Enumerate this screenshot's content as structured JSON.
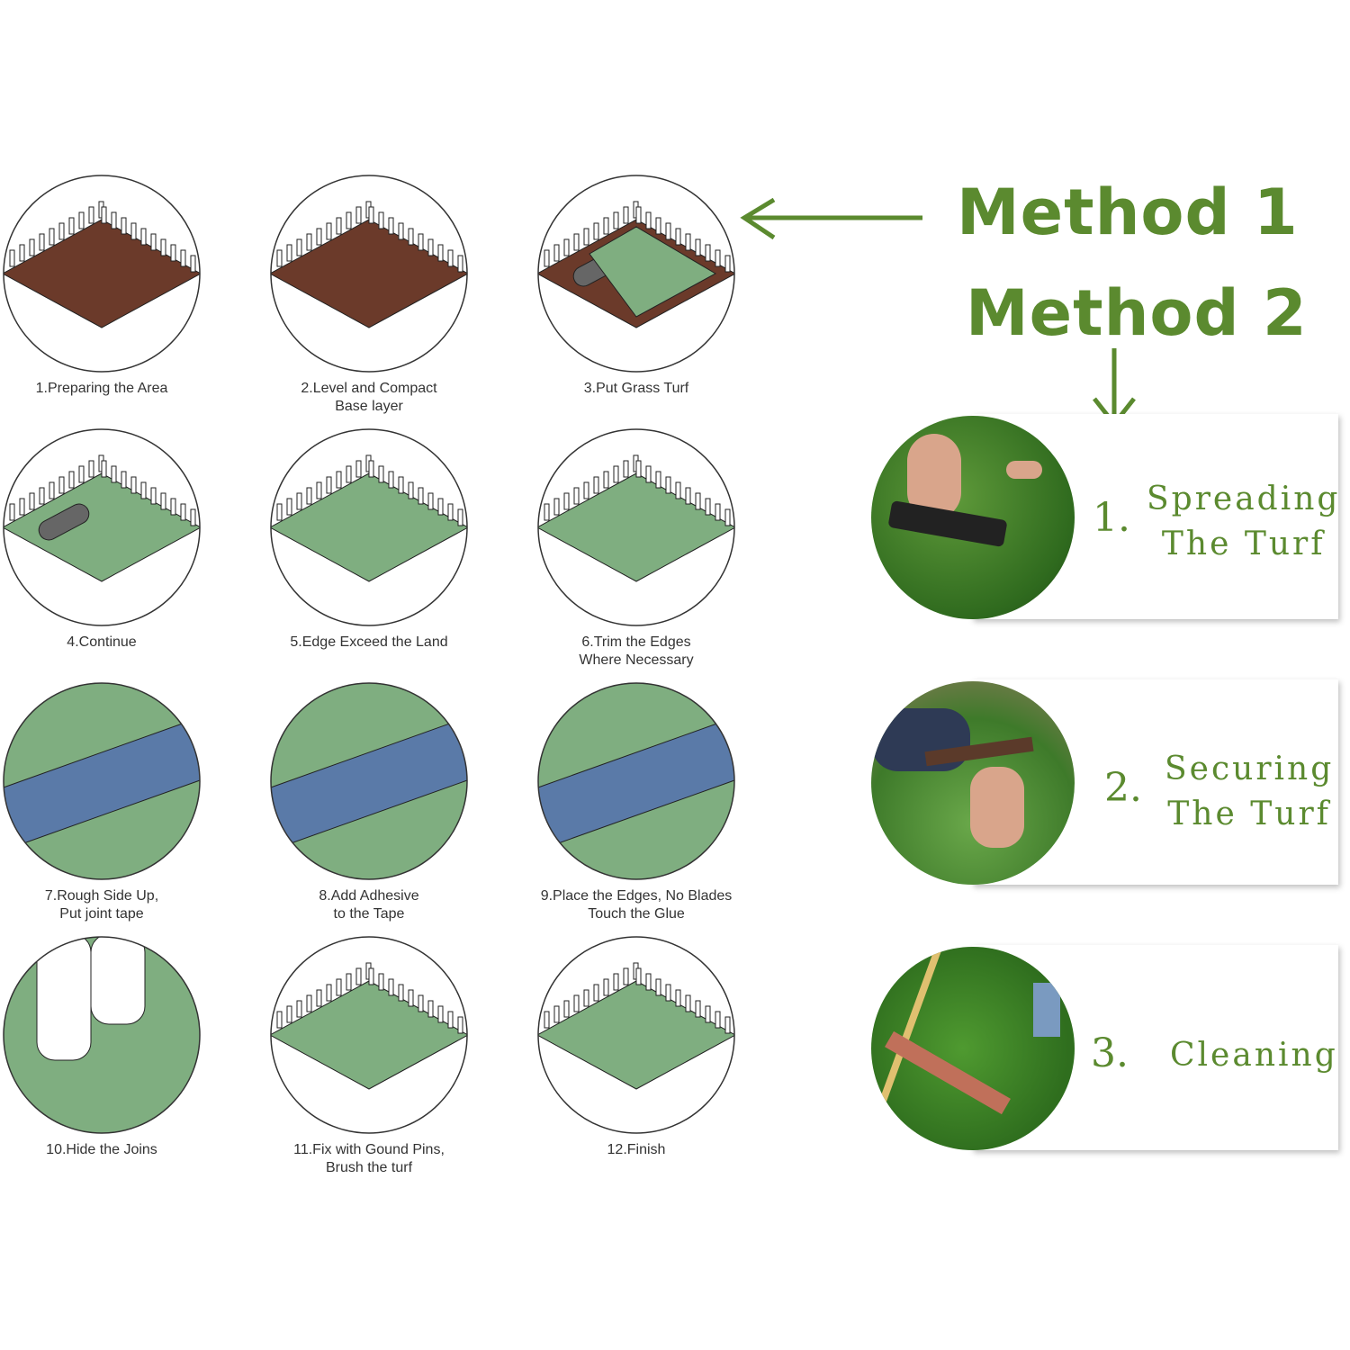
{
  "steps": [
    {
      "label": "1.Preparing the Area",
      "ground_color": "#6b3a2a"
    },
    {
      "label": "2.Level and Compact\nBase layer",
      "ground_color": "#6b3a2a"
    },
    {
      "label": "3.Put Grass Turf",
      "ground_color": "#6b3a2a"
    },
    {
      "label": "4.Continue",
      "ground_color": "#7fae80"
    },
    {
      "label": "5.Edge Exceed the Land",
      "ground_color": "#7fae80"
    },
    {
      "label": "6.Trim the Edges\nWhere Necessary",
      "ground_color": "#7fae80"
    },
    {
      "label": "7.Rough Side Up,\nPut joint tape",
      "ground_color": "#7fae80"
    },
    {
      "label": "8.Add Adhesive\nto the Tape",
      "ground_color": "#7fae80"
    },
    {
      "label": "9.Place the Edges, No Blades\nTouch the Glue",
      "ground_color": "#7fae80"
    },
    {
      "label": "10.Hide the Joins",
      "ground_color": "#7fae80"
    },
    {
      "label": "11.Fix with Gound Pins,\nBrush the turf",
      "ground_color": "#7fae80"
    },
    {
      "label": "12.Finish",
      "ground_color": "#7fae80"
    }
  ],
  "method1": "Method 1",
  "method2": "Method 2",
  "accent_color": "#5b8a2f",
  "cards": [
    {
      "number": "1.",
      "text": "Spreading\nThe Turf"
    },
    {
      "number": "2.",
      "text": "Securing\nThe Turf"
    },
    {
      "number": "3.",
      "text": "Cleaning"
    }
  ]
}
